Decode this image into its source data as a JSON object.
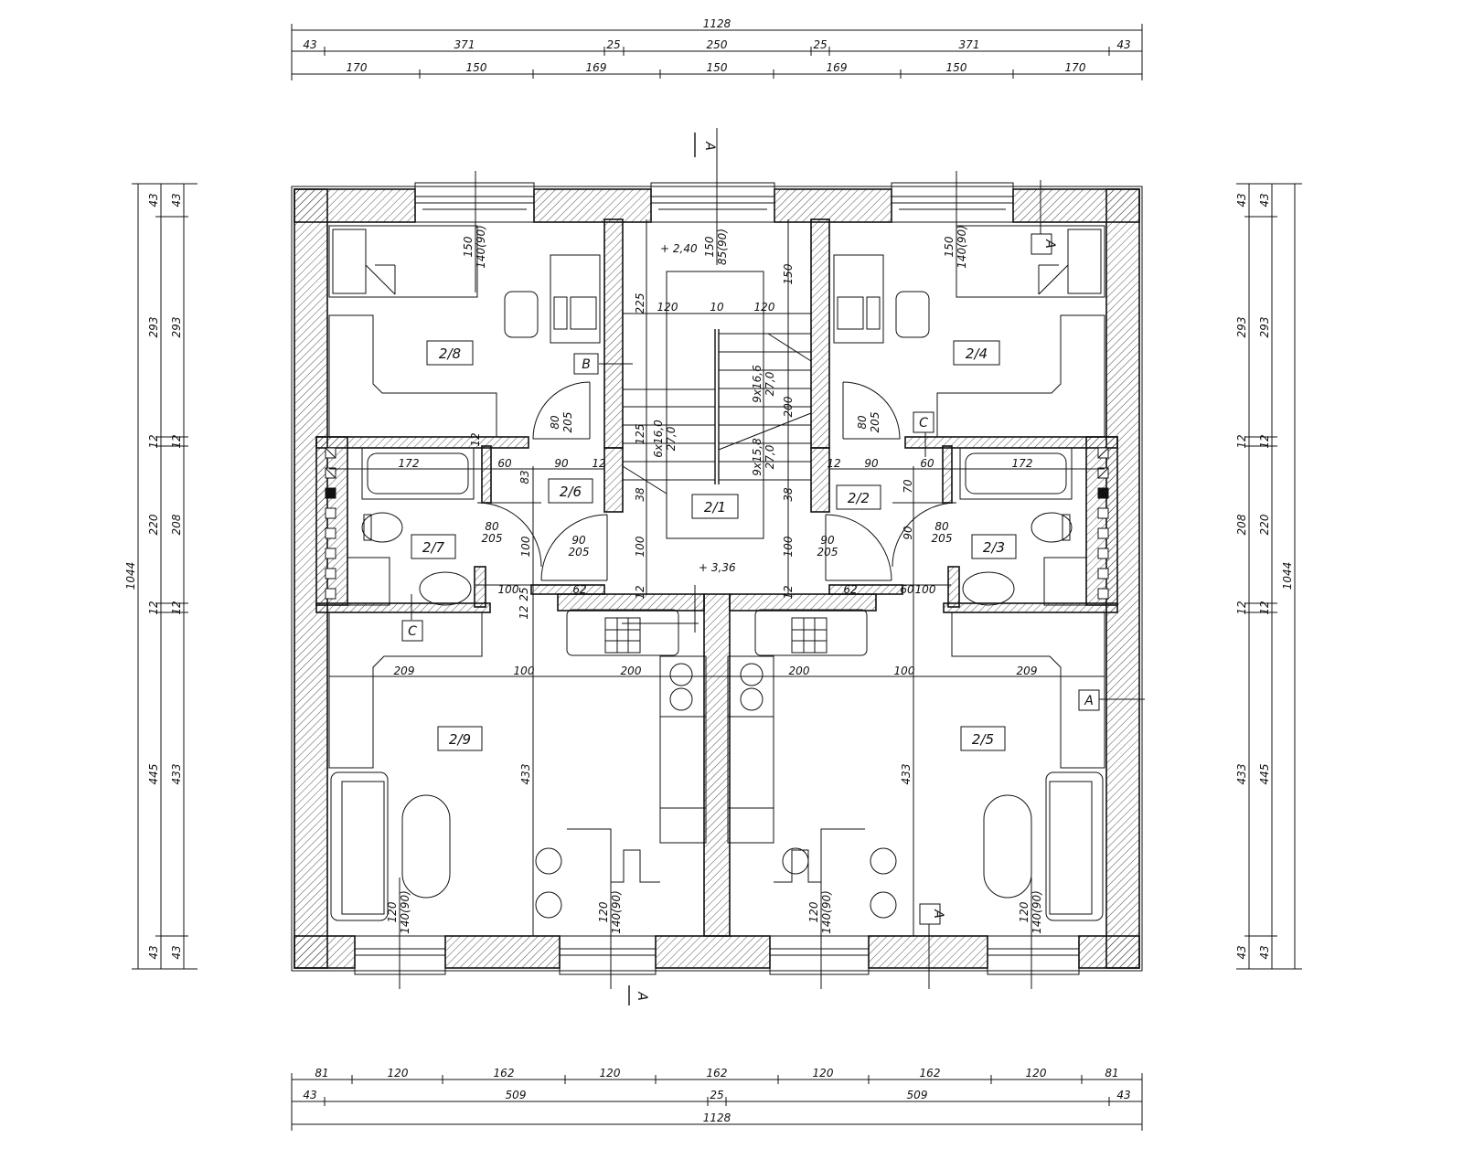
{
  "dimensions": {
    "top": {
      "overall": "1128",
      "row2": [
        "43",
        "371",
        "25",
        "250",
        "25",
        "371",
        "43"
      ],
      "row3": [
        "170",
        "150",
        "169",
        "150",
        "169",
        "150",
        "170"
      ]
    },
    "bottom": {
      "row1": [
        "81",
        "120",
        "162",
        "120",
        "162",
        "120",
        "162",
        "120",
        "81"
      ],
      "row2": [
        "43",
        "509",
        "25",
        "509",
        "43"
      ],
      "overall": "1128"
    },
    "left": {
      "overall": "1044",
      "outer": [
        "43",
        "293",
        "12",
        "220",
        "12",
        "445",
        "43"
      ],
      "inner": [
        "43",
        "293",
        "12",
        "208",
        "12",
        "433",
        "43"
      ]
    },
    "right": {
      "overall": "1044",
      "outer": [
        "43",
        "293",
        "12",
        "220",
        "12",
        "445",
        "43"
      ],
      "inner": [
        "43",
        "293",
        "12",
        "208",
        "12",
        "433",
        "43"
      ]
    },
    "interior": {
      "win_top_l_a": "150",
      "win_top_l_b": "140(90)",
      "win_top_c_a": "150",
      "win_top_c_b": "85(90)",
      "win_top_r_a": "150",
      "win_top_r_b": "140(90)",
      "stair_225": "225",
      "stair_120a": "120",
      "stair_10": "10",
      "stair_120b": "120",
      "stair_150": "150",
      "flight_a1": "9x16,6",
      "flight_a2": "27,0",
      "stair_200": "200",
      "flight_b1": "9x15,8",
      "flight_b2": "27,0",
      "flight_c1": "6x16,0",
      "flight_c2": "27,0",
      "stair_125": "125",
      "door_l_a": "80",
      "door_l_b": "205",
      "door_r_a": "80",
      "door_r_b": "205",
      "bath_l_172": "172",
      "bath_l_60": "60",
      "bath_l_12": "12",
      "bath_l_90": "90",
      "bath_l_12b": "12",
      "bath_l_83": "83",
      "bath_r_12": "12",
      "bath_r_90": "90",
      "bath_r_60": "60",
      "bath_r_172": "172",
      "bath_r_70": "70",
      "hall_l_38": "38",
      "hall_r_38": "38",
      "bdoor_l_a": "80",
      "bdoor_l_b": "205",
      "bdoor_r_a": "80",
      "bdoor_r_b": "205",
      "hdoor_l_a": "90",
      "hdoor_l_b": "205",
      "hdoor_r_a": "90",
      "hdoor_r_b": "205",
      "hall_l_100a": "100",
      "hall_l_100b": "100",
      "hall_r_100a": "100",
      "hall_r_90": "90",
      "hall_l_100c": "100",
      "hall_l_62": "62",
      "hall_l_12": "12",
      "hall_l_25": "25",
      "hall_r_62": "62",
      "hall_r_60": "60",
      "hall_r_100": "100",
      "small_12a": "12",
      "small_12b": "12",
      "liv_l_209": "209",
      "liv_l_100": "100",
      "liv_l_200": "200",
      "liv_r_200": "200",
      "liv_r_100": "100",
      "liv_r_209": "209",
      "liv_l_433": "433",
      "liv_r_433": "433",
      "win_b1_a": "120",
      "win_b1_b": "140(90)",
      "win_b2_a": "120",
      "win_b2_b": "140(90)",
      "win_b3_a": "120",
      "win_b3_b": "140(90)",
      "win_b4_a": "120",
      "win_b4_b": "140(90)"
    }
  },
  "rooms": {
    "r21": "2/1",
    "r22": "2/2",
    "r23": "2/3",
    "r24": "2/4",
    "r25": "2/5",
    "r26": "2/6",
    "r27": "2/7",
    "r28": "2/8",
    "r29": "2/9"
  },
  "levels": {
    "top": "+ 2,40",
    "mid": "+ 3,36"
  },
  "tags": {
    "a_top_right": "A",
    "a_mid_right": "A",
    "a_bottom": "A",
    "b": "B",
    "c_left": "C",
    "c_right": "C"
  },
  "section": {
    "mark_top": "A",
    "mark_bottom": "A"
  }
}
